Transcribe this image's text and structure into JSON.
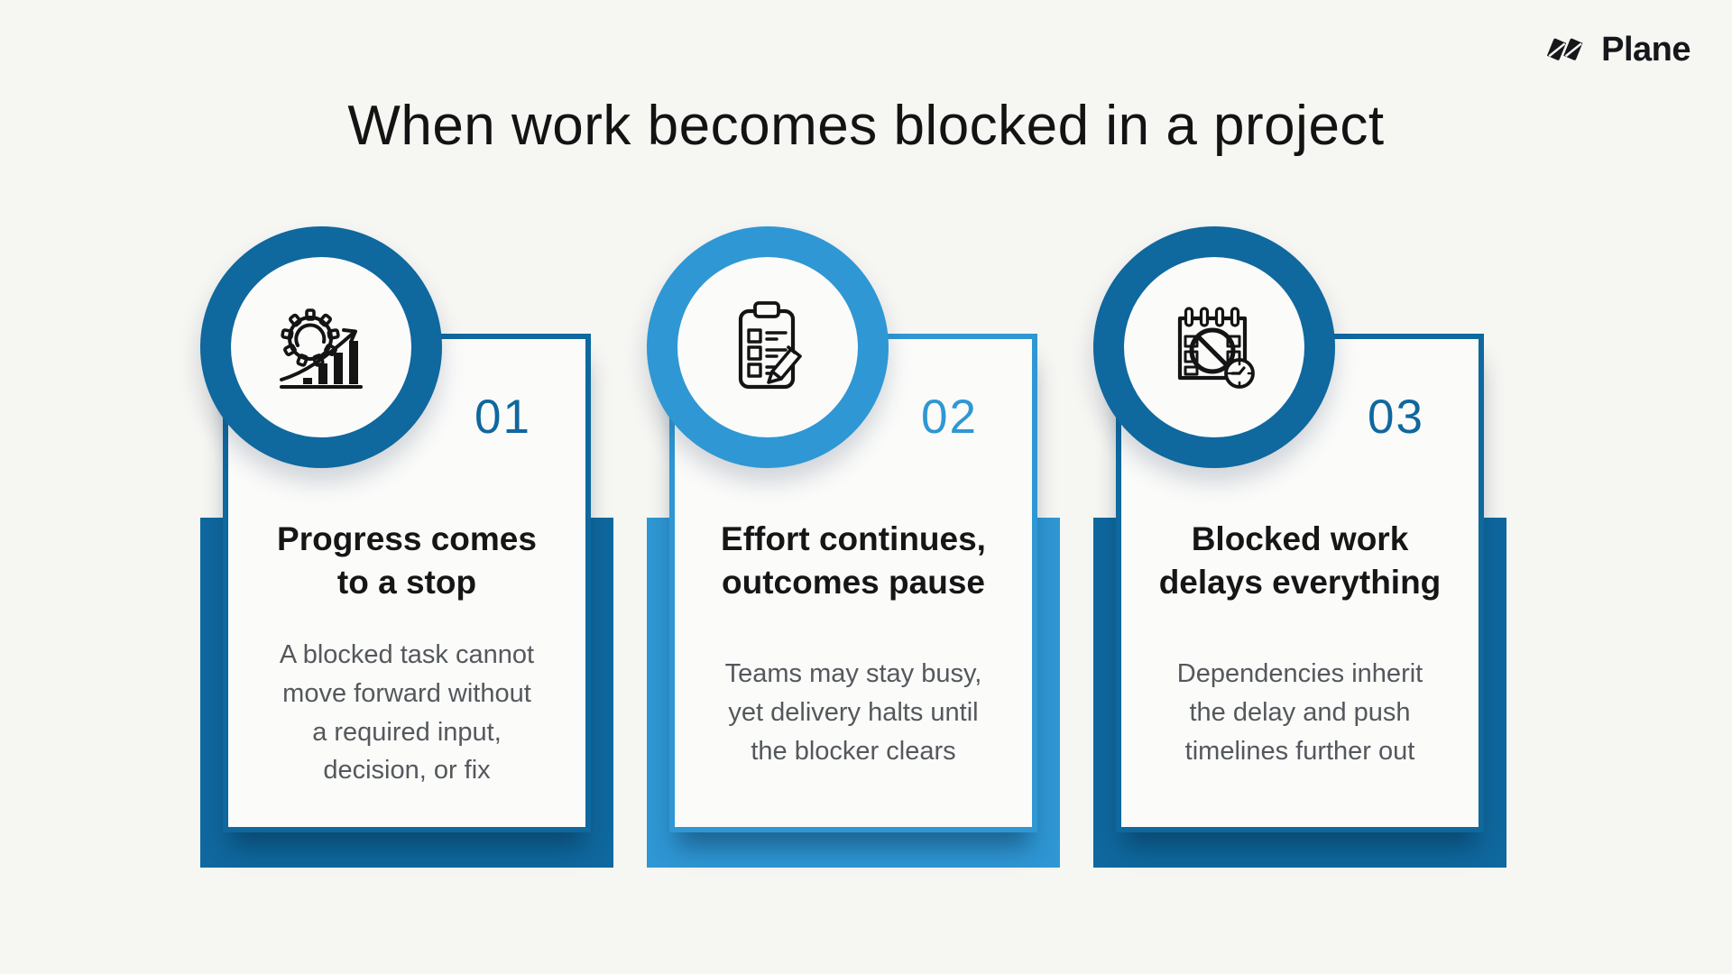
{
  "page": {
    "title": "When work becomes blocked in a project",
    "background_color": "#f6f6f3"
  },
  "brand": {
    "name": "Plane",
    "logo_icon": "plane-logo-icon",
    "color": "#15171b"
  },
  "colors": {
    "dark_blue": "#0f689e",
    "light_blue": "#2f97d4",
    "card_background": "#fbfbfa",
    "title_text": "#131313",
    "body_text": "#54585c"
  },
  "cards": [
    {
      "number": "01",
      "accent": "#0f689e",
      "icon": "growth-gear-icon",
      "title": "Progress comes\nto a stop",
      "body": "A blocked task cannot\nmove forward without\na required input,\ndecision, or fix"
    },
    {
      "number": "02",
      "accent": "#2f97d4",
      "icon": "clipboard-checklist-icon",
      "title": "Effort continues,\noutcomes pause",
      "body": "Teams may stay busy,\nyet delivery halts until\nthe blocker clears"
    },
    {
      "number": "03",
      "accent": "#0f689e",
      "icon": "blocked-calendar-icon",
      "title": "Blocked work\ndelays everything",
      "body": "Dependencies inherit\nthe delay and push\ntimelines further out"
    }
  ]
}
